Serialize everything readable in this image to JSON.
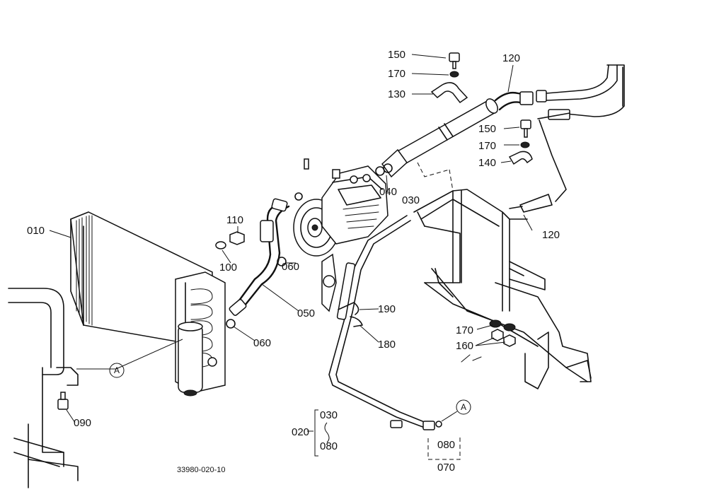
{
  "diagram": {
    "drawing_number": "33980-020-10",
    "callouts": {
      "p010": "010",
      "p020": "020",
      "p030a": "030",
      "p030b": "030",
      "p040": "040",
      "p050": "050",
      "p060a": "060",
      "p060b": "060",
      "p070": "070",
      "p080a": "080",
      "p080b": "080",
      "p090": "090",
      "p100": "100",
      "p110": "110",
      "p120a": "120",
      "p120b": "120",
      "p130": "130",
      "p140": "140",
      "p150a": "150",
      "p150b": "150",
      "p160": "160",
      "p170a": "170",
      "p170b": "170",
      "p170c": "170",
      "p180": "180",
      "p190": "190"
    },
    "reference_marks": {
      "a_left": "A",
      "a_right": "A"
    }
  }
}
